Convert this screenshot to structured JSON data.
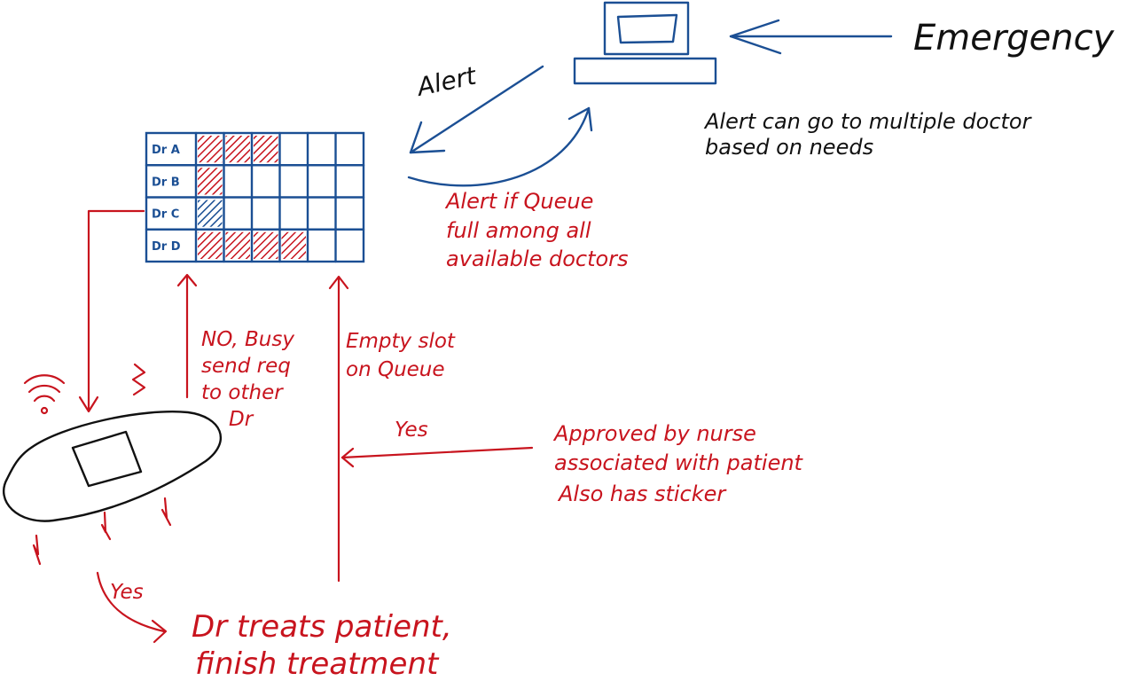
{
  "emergency": {
    "label": "Emergency"
  },
  "alert": {
    "label": "Alert"
  },
  "note": {
    "line1": "Alert can go to multiple doctor",
    "line2": "based on needs"
  },
  "queue_alert": {
    "line1": "Alert if Queue",
    "line2": "full among all",
    "line3": "available doctors"
  },
  "schedule": {
    "rows": [
      {
        "label": "Dr A",
        "filled": 3,
        "color": "#c8141e"
      },
      {
        "label": "Dr B",
        "filled": 1,
        "color": "#c8141e"
      },
      {
        "label": "Dr C",
        "filled": 1,
        "color": "#1b4f94"
      },
      {
        "label": "Dr D",
        "filled": 4,
        "color": "#c8141e"
      }
    ]
  },
  "busy": {
    "line1": "NO, Busy",
    "line2": "send req",
    "line3": "to other",
    "line4": "Dr"
  },
  "empty_slot": {
    "line1": "Empty slot",
    "line2": "on Queue"
  },
  "yes_top": {
    "label": "Yes"
  },
  "approved": {
    "line1": "Approved by nurse",
    "line2": "associated with patient",
    "line3": "Also has sticker"
  },
  "yes_bottom": {
    "label": "Yes"
  },
  "treat": {
    "line1": "Dr treats patient,",
    "line2": "finish treatment"
  },
  "colors": {
    "red": "#c8141e",
    "blue": "#1b4f94",
    "black": "#111111"
  }
}
